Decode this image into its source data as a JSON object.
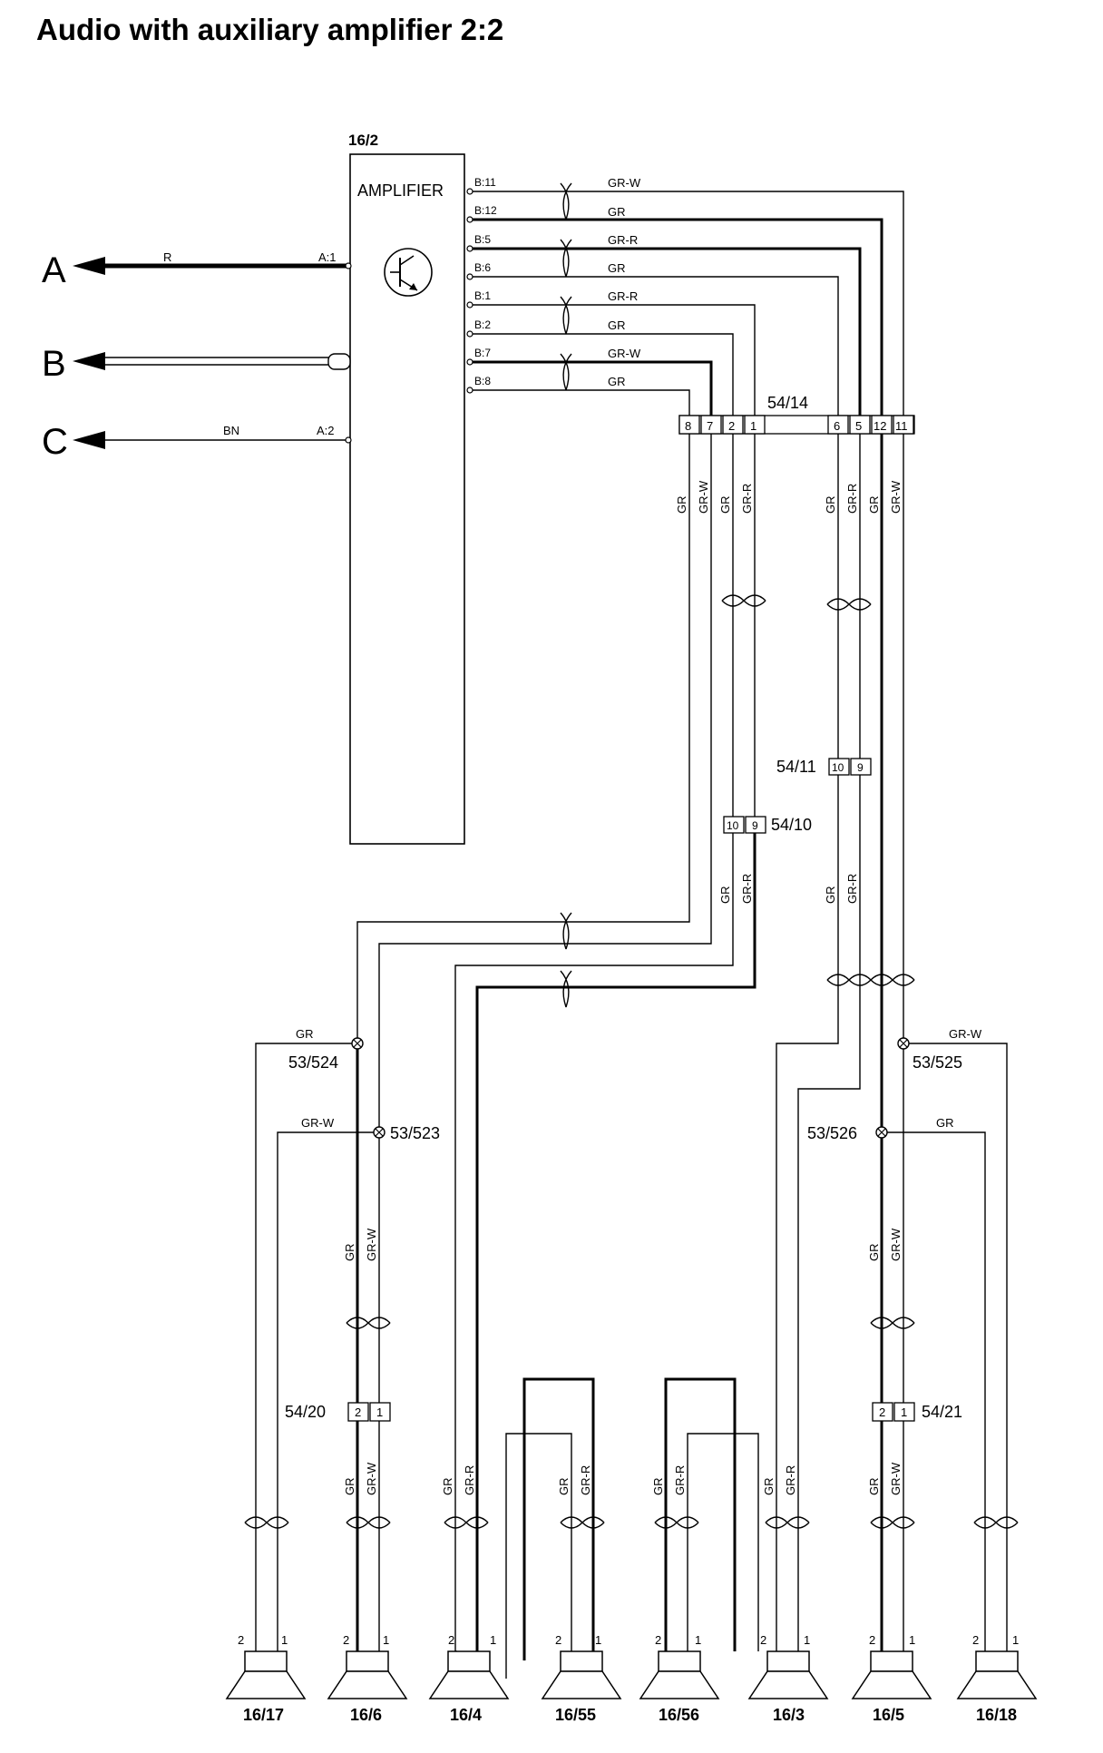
{
  "title": "Audio with auxiliary amplifier 2:2",
  "amplifier": {
    "ref": "16/2",
    "label": "AMPLIFIER"
  },
  "outputs": [
    {
      "letter": "A",
      "wire": "R",
      "pin": "A:1"
    },
    {
      "letter": "B",
      "wire": "",
      "pin": ""
    },
    {
      "letter": "C",
      "wire": "BN",
      "pin": "A:2"
    }
  ],
  "amp_outputs": [
    {
      "pin": "B:11",
      "color": "GR-W"
    },
    {
      "pin": "B:12",
      "color": "GR"
    },
    {
      "pin": "B:5",
      "color": "GR-R"
    },
    {
      "pin": "B:6",
      "color": "GR"
    },
    {
      "pin": "B:1",
      "color": "GR-R"
    },
    {
      "pin": "B:2",
      "color": "GR"
    },
    {
      "pin": "B:7",
      "color": "GR-W"
    },
    {
      "pin": "B:8",
      "color": "GR"
    }
  ],
  "connectors": {
    "c54_14": {
      "name": "54/14",
      "pins": [
        "8",
        "7",
        "2",
        "1",
        "6",
        "5",
        "12",
        "11"
      ]
    },
    "c54_11": {
      "name": "54/11",
      "pins": [
        "10",
        "9"
      ]
    },
    "c54_10": {
      "name": "54/10",
      "pins": [
        "10",
        "9"
      ]
    },
    "c54_20": {
      "name": "54/20",
      "pins": [
        "2",
        "1"
      ]
    },
    "c54_21": {
      "name": "54/21",
      "pins": [
        "2",
        "1"
      ]
    }
  },
  "splices": [
    {
      "name": "53/524",
      "color": "GR"
    },
    {
      "name": "53/523",
      "color": "GR-W"
    },
    {
      "name": "53/525",
      "color": "GR-W"
    },
    {
      "name": "53/526",
      "color": "GR"
    }
  ],
  "wire_labels": {
    "upper": [
      "GR",
      "GR-W",
      "GR",
      "GR-R",
      "GR",
      "GR-R",
      "GR",
      "GR-W"
    ],
    "middle": [
      "GR",
      "GR-R",
      "GR",
      "GR-R"
    ],
    "lower_pairs": [
      [
        "GR",
        "GR-W"
      ],
      [
        "GR",
        "GR-W"
      ],
      [
        "GR",
        "GR-W"
      ],
      [
        "GR",
        "GR-W"
      ],
      [
        "GR",
        "GR-R"
      ],
      [
        "GR",
        "GR-R"
      ],
      [
        "GR",
        "GR-R"
      ],
      [
        "GR",
        "GR-R"
      ]
    ]
  },
  "speakers": [
    {
      "name": "16/17",
      "pin_left": "2",
      "pin_right": "1"
    },
    {
      "name": "16/6",
      "pin_left": "2",
      "pin_right": "1"
    },
    {
      "name": "16/4",
      "pin_left": "2",
      "pin_right": "1"
    },
    {
      "name": "16/55",
      "pin_left": "2",
      "pin_right": "1"
    },
    {
      "name": "16/56",
      "pin_left": "2",
      "pin_right": "1"
    },
    {
      "name": "16/3",
      "pin_left": "2",
      "pin_right": "1"
    },
    {
      "name": "16/5",
      "pin_left": "2",
      "pin_right": "1"
    },
    {
      "name": "16/18",
      "pin_left": "2",
      "pin_right": "1"
    }
  ]
}
